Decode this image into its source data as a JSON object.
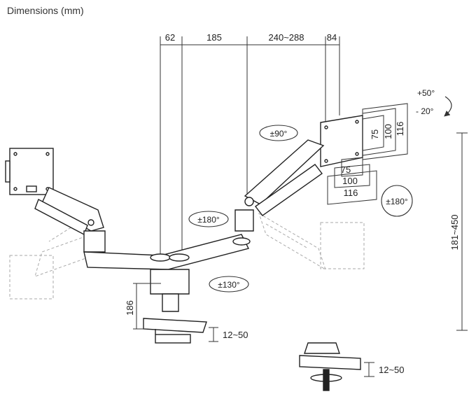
{
  "title": "Dimensions (mm)",
  "top_dims": [
    "62",
    "185",
    "240~288",
    "84"
  ],
  "rotations": {
    "tilt_up": "+50°",
    "tilt_down": "- 20°",
    "swivel_90": "±90°",
    "rotate_180_right": "±180°",
    "rotate_180_left": "±180°",
    "rotate_130": "±130°"
  },
  "vesa": {
    "h_75": "75",
    "h_100": "100",
    "h_116": "116",
    "v_75": "75",
    "v_100": "100",
    "v_116": "116"
  },
  "heights": {
    "column": "186",
    "range": "181~450",
    "desk_clamp": "12~50",
    "desk_grommet": "12~50"
  }
}
